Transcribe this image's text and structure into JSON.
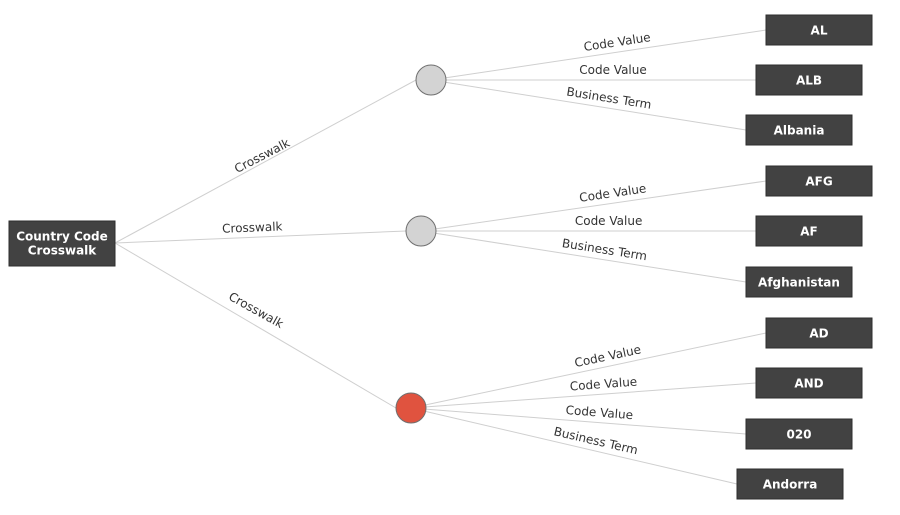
{
  "colors": {
    "node_fill": "#424242",
    "hub_default": "#d3d3d3",
    "hub_selected": "#e0533f",
    "edge": "#cfcfcf"
  },
  "root": {
    "label_line1": "Country Code",
    "label_line2": "Crosswalk"
  },
  "branches": [
    {
      "edge_label": "Crosswalk",
      "selected": false,
      "leaves": [
        {
          "label": "AL",
          "edge_label": "Code Value"
        },
        {
          "label": "ALB",
          "edge_label": "Code Value"
        },
        {
          "label": "Albania",
          "edge_label": "Business Term"
        }
      ]
    },
    {
      "edge_label": "Crosswalk",
      "selected": false,
      "leaves": [
        {
          "label": "AFG",
          "edge_label": "Code Value"
        },
        {
          "label": "AF",
          "edge_label": "Code Value"
        },
        {
          "label": "Afghanistan",
          "edge_label": "Business Term"
        }
      ]
    },
    {
      "edge_label": "Crosswalk",
      "selected": true,
      "leaves": [
        {
          "label": "AD",
          "edge_label": "Code Value"
        },
        {
          "label": "AND",
          "edge_label": "Code Value"
        },
        {
          "label": "020",
          "edge_label": "Code Value"
        },
        {
          "label": "Andorra",
          "edge_label": "Business Term"
        }
      ]
    }
  ]
}
